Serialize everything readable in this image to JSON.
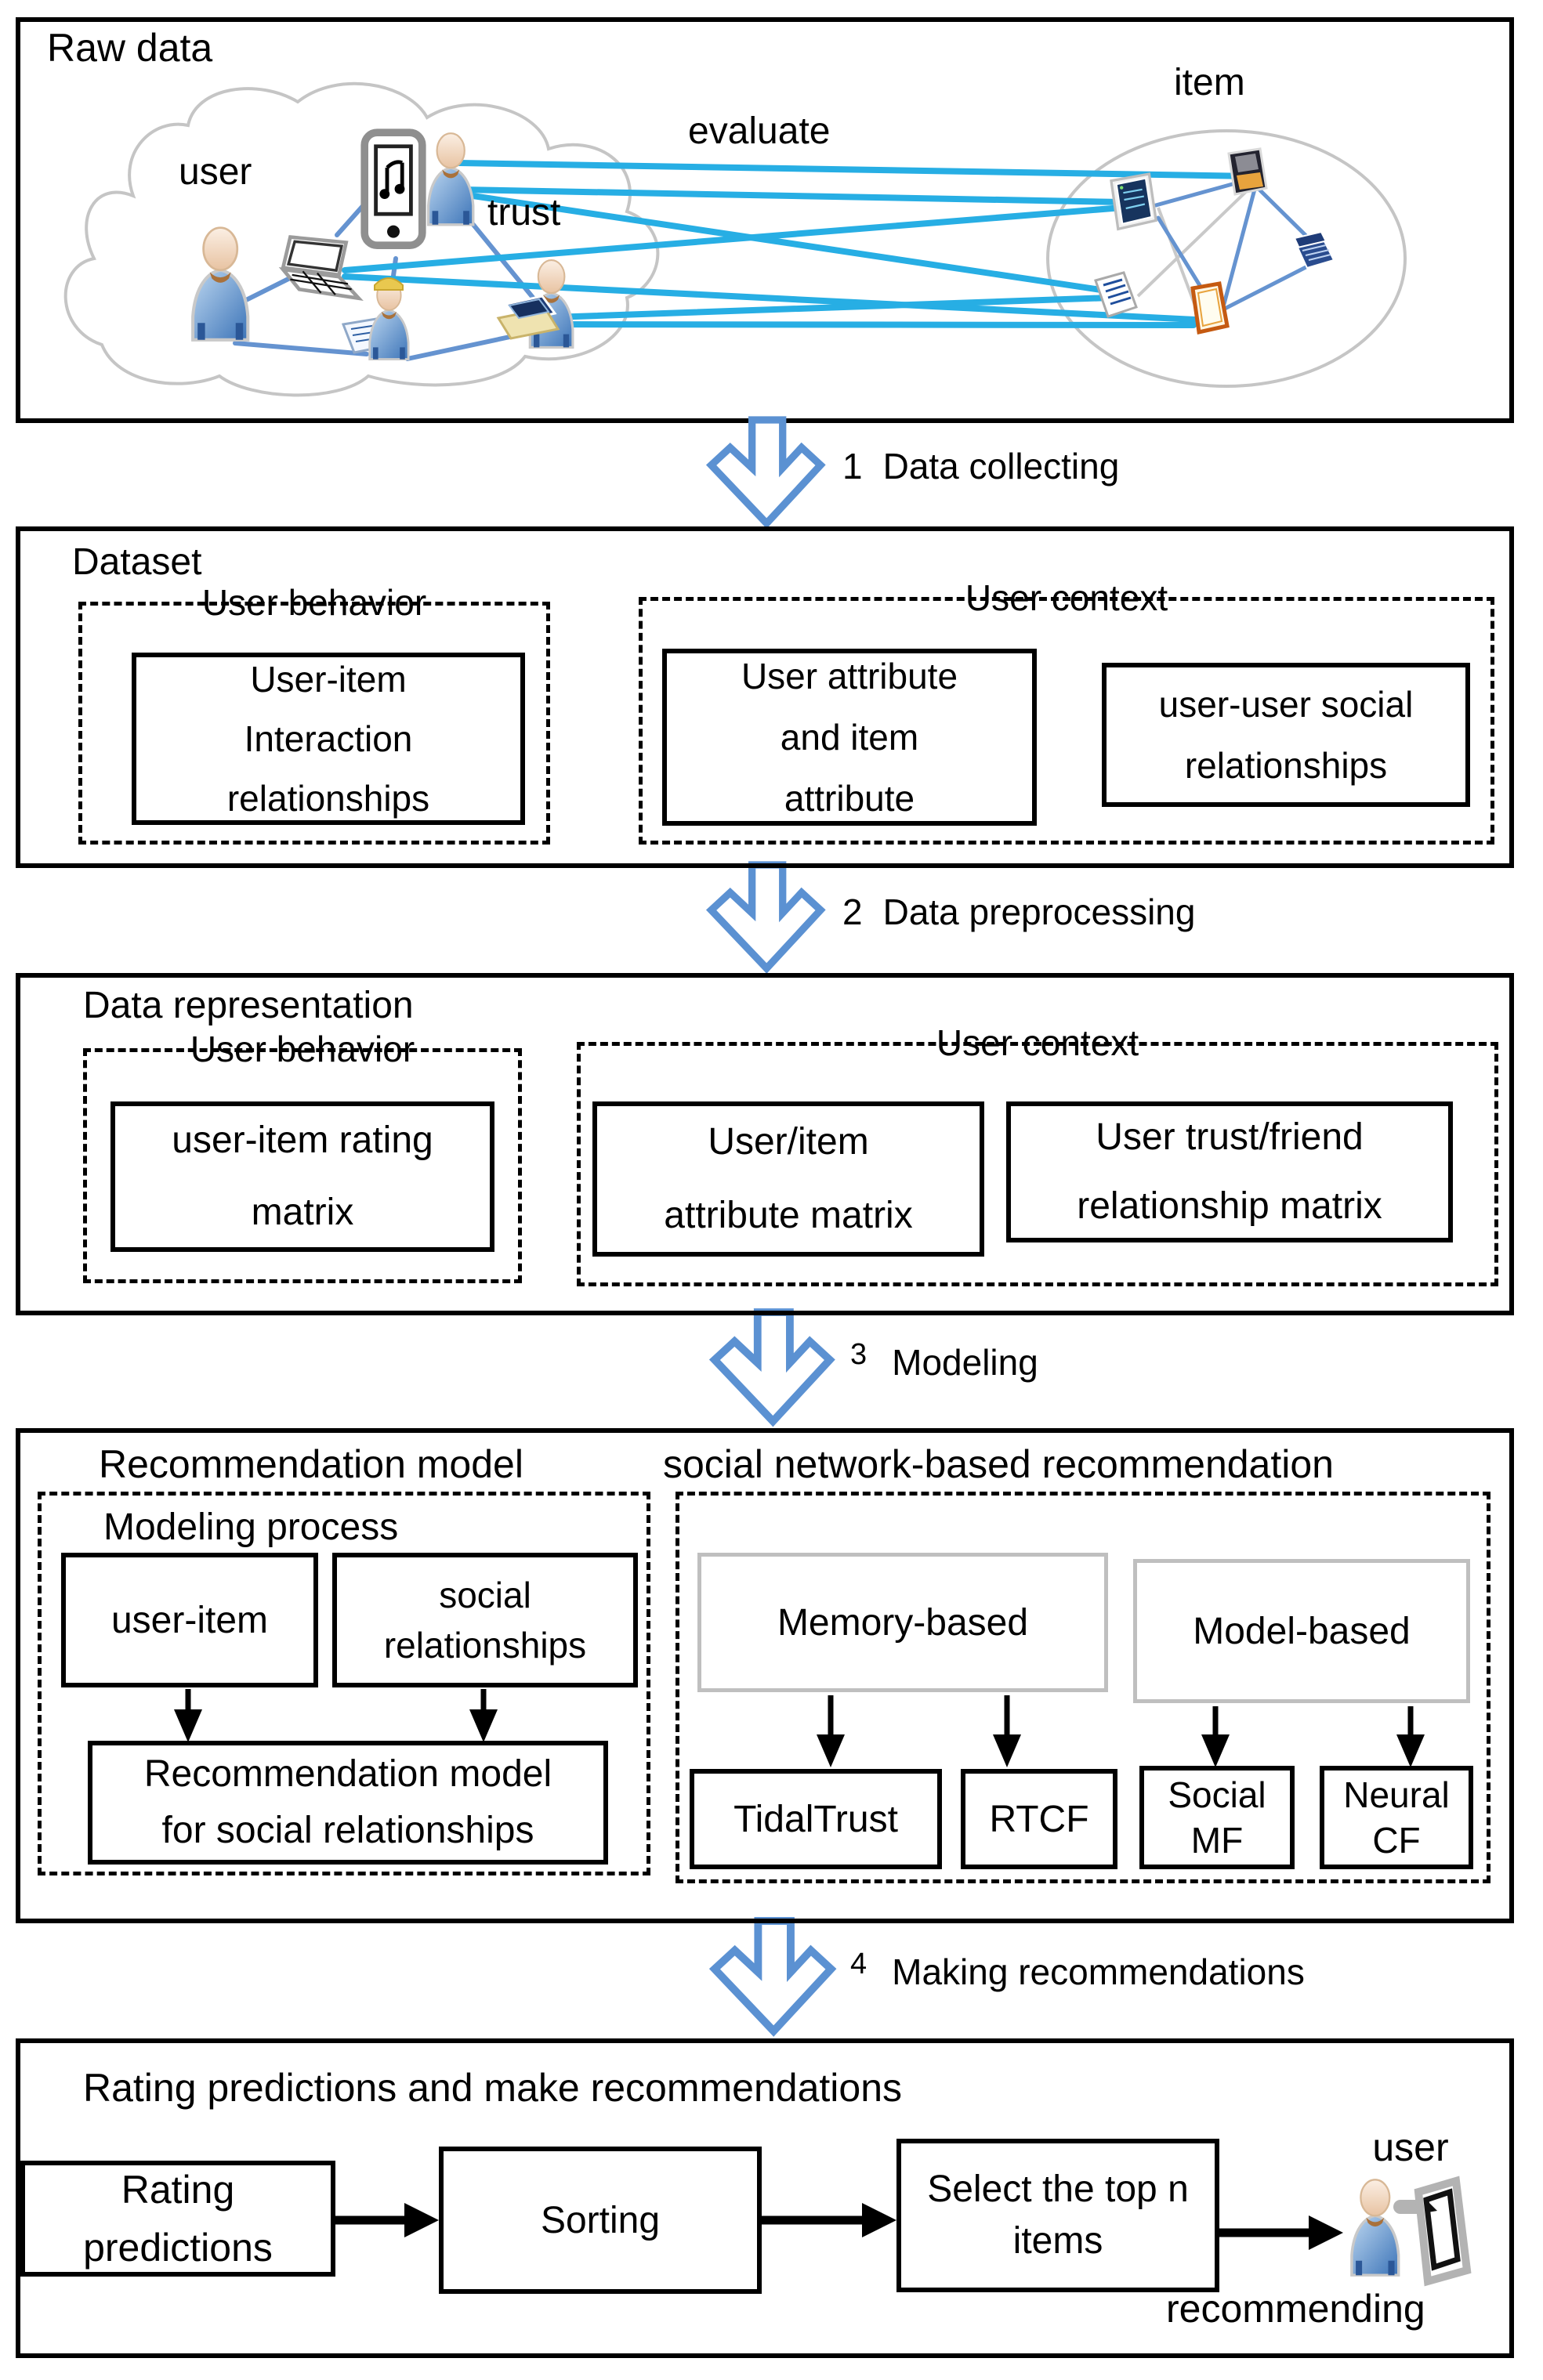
{
  "figure": {
    "raw_data": {
      "title": "Raw data",
      "user_label": "user",
      "item_label": "item",
      "evaluate_label": "evaluate",
      "trust_label": "trust"
    },
    "steps": [
      {
        "num": "1",
        "label": "Data collecting"
      },
      {
        "num": "2",
        "label": "Data preprocessing"
      },
      {
        "num": "3",
        "label": "Modeling"
      },
      {
        "num": "4",
        "label": "Making recommendations"
      }
    ],
    "dataset": {
      "title": "Dataset",
      "user_behavior": {
        "title": "User behavior",
        "interaction_lines": [
          "User-item",
          "Interaction",
          "relationships"
        ]
      },
      "user_context": {
        "title": "User context",
        "attribute_lines": [
          "User attribute",
          "and item",
          "attribute"
        ],
        "social_lines": [
          "user-user social",
          "relationships"
        ]
      }
    },
    "data_representation": {
      "title": "Data representation",
      "user_behavior": {
        "title": "User behavior",
        "rating_lines": [
          "user-item rating",
          "matrix"
        ]
      },
      "user_context": {
        "title": "User context",
        "attribute_lines": [
          "User/item",
          "attribute matrix"
        ],
        "trust_lines": [
          "User trust/friend",
          "relationship matrix"
        ]
      }
    },
    "recommendation_model": {
      "title": "Recommendation model",
      "social_title": "social network-based recommendation",
      "modeling_process": {
        "title": "Modeling process",
        "user_item": "user-item",
        "social_lines": [
          "social",
          "relationships"
        ],
        "output_lines": [
          "Recommendation model",
          "for social relationships"
        ]
      },
      "approaches": {
        "memory": "Memory-based",
        "model": "Model-based",
        "tidaltrust": "TidalTrust",
        "rtcf": "RTCF",
        "social_mf_lines": [
          "Social",
          "MF"
        ],
        "neural_cf_lines": [
          "Neural",
          "CF"
        ]
      }
    },
    "recommendations": {
      "title": "Rating predictions and make recommendations",
      "rating_lines": [
        "Rating",
        "predictions"
      ],
      "sorting": "Sorting",
      "select_lines": [
        "Select the top n",
        "items"
      ],
      "user_label": "user",
      "recommending_label": "recommending"
    }
  },
  "icons": {
    "raw_data_user_icons": [
      "person",
      "laptop",
      "pda-phone",
      "worker-with-blueprint",
      "person-with-laptop"
    ],
    "raw_data_item_icons": [
      "monitor",
      "floppy-disk",
      "documents",
      "tablet-book",
      "stack"
    ],
    "flow_arrow": "down-block-arrow",
    "recommend_user_icon": "person-with-tablet"
  },
  "colors": {
    "arrow_blue": "#5B91D2",
    "edge_cyan": "#27AEE4",
    "edge_blue": "#6593D0",
    "outline_gray": "#C0C0C0",
    "box_gray": "#BFBFBF"
  }
}
